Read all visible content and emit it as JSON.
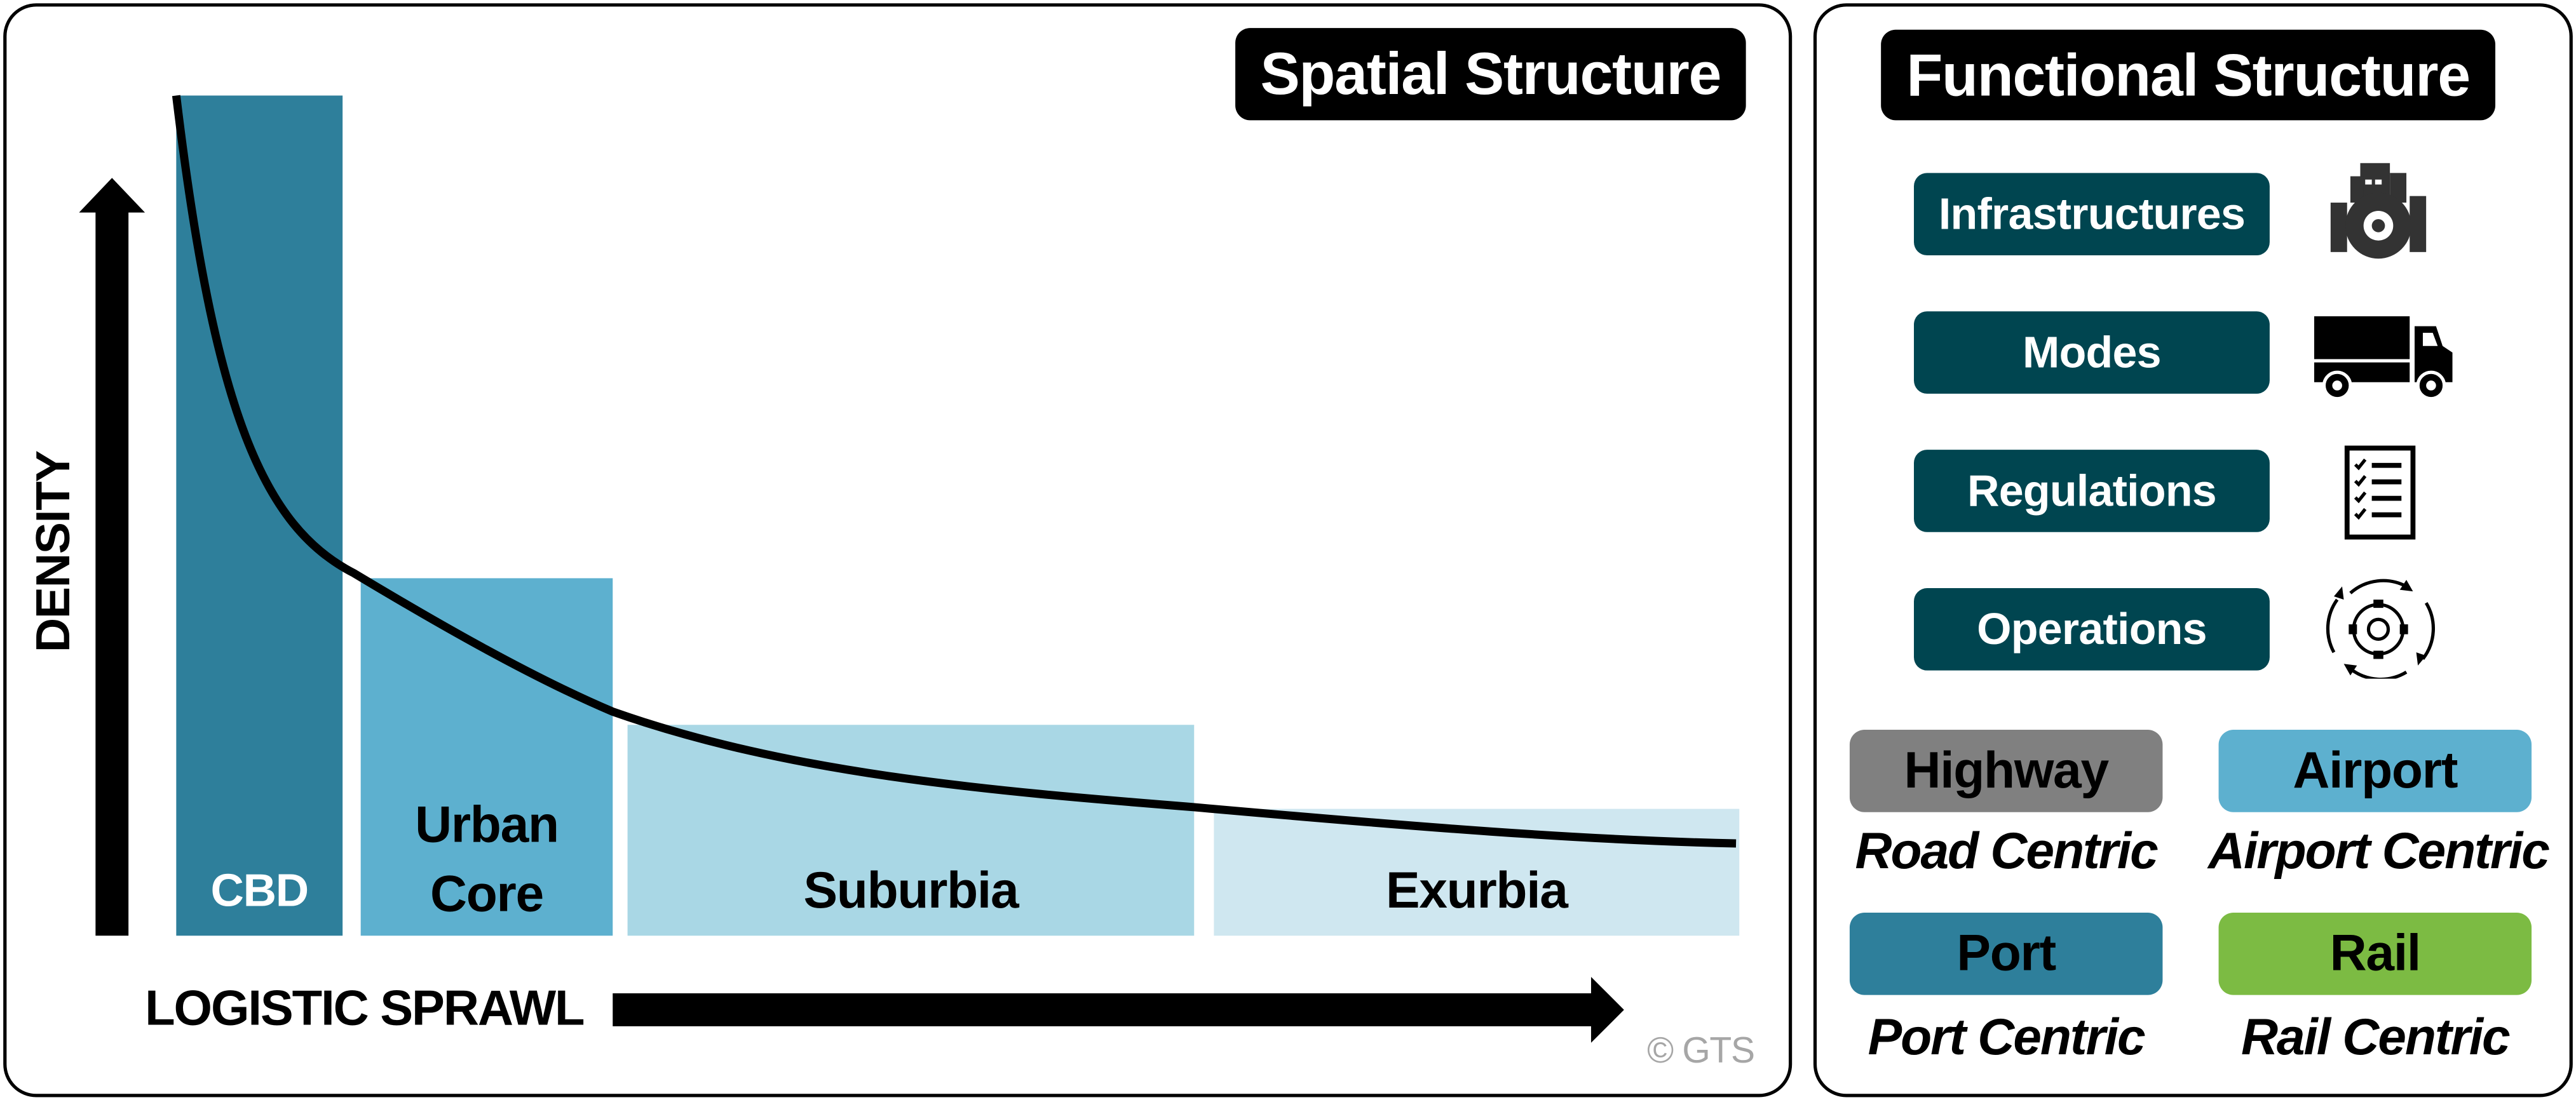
{
  "spatial": {
    "title": "Spatial Structure",
    "y_axis_label": "DENSITY",
    "x_axis_label": "LOGISTIC SPRAWL",
    "copyright": "© GTS",
    "zones": [
      {
        "label": "CBD",
        "color": "#2E7F9B",
        "text_color": "#FFFFFF"
      },
      {
        "label": "Urban Core",
        "line1": "Urban",
        "line2": "Core",
        "color": "#5DB0CF",
        "text_color": "#000000"
      },
      {
        "label": "Suburbia",
        "color": "#A9D7E5",
        "text_color": "#000000"
      },
      {
        "label": "Exurbia",
        "color": "#CFE7F0",
        "text_color": "#000000"
      }
    ]
  },
  "functional": {
    "title": "Functional Structure",
    "items": [
      {
        "label": "Infrastructures",
        "icon": "infrastructure-gear-buildings-icon"
      },
      {
        "label": "Modes",
        "icon": "truck-icon"
      },
      {
        "label": "Regulations",
        "icon": "checklist-icon"
      },
      {
        "label": "Operations",
        "icon": "gear-cycle-icon"
      }
    ],
    "button_color": "#004550",
    "modes": [
      {
        "label": "Highway",
        "caption": "Road Centric",
        "color": "#808080"
      },
      {
        "label": "Airport",
        "caption": "Airport Centric",
        "color": "#5DB0CF"
      },
      {
        "label": "Port",
        "caption": "Port Centric",
        "color": "#2E7F9B"
      },
      {
        "label": "Rail",
        "caption": "Rail Centric",
        "color": "#7CBB43"
      }
    ]
  },
  "chart_data": {
    "type": "bar",
    "title": "Spatial Structure",
    "xlabel": "LOGISTIC SPRAWL",
    "ylabel": "DENSITY",
    "categories": [
      "CBD",
      "Urban Core",
      "Suburbia",
      "Exurbia"
    ],
    "values": [
      100,
      43,
      25,
      15
    ],
    "curve": {
      "description": "Decreasing density curve (distance decay) overlaid on zones",
      "points": [
        [
          0,
          100
        ],
        [
          20,
          45
        ],
        [
          52,
          27
        ],
        [
          120,
          15
        ],
        [
          185,
          11
        ]
      ]
    },
    "grid": false,
    "legend": null
  }
}
